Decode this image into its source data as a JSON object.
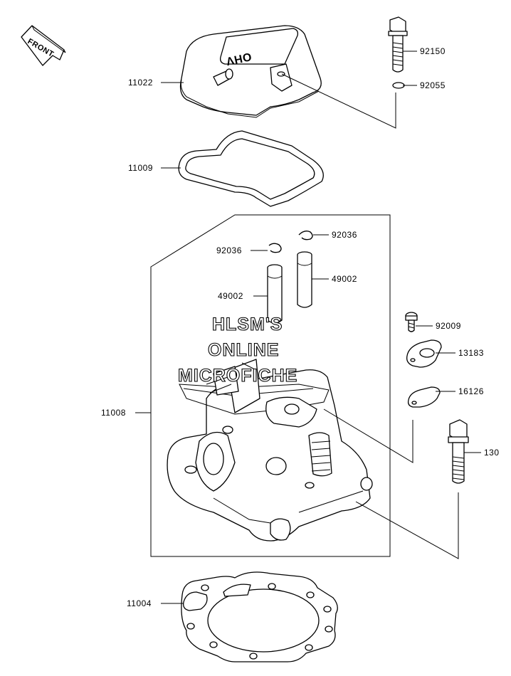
{
  "front_badge": "FRONT",
  "cover_embossing": "OHV",
  "watermark": {
    "line1": "HLSM'S",
    "line2": "ONLINE",
    "line3": "MICROFICHE"
  },
  "callouts": {
    "c11022": "11022",
    "c11009": "11009",
    "c11008": "11008",
    "c11004": "11004",
    "c92150": "92150",
    "c92055": "92055",
    "c92036a": "92036",
    "c92036b": "92036",
    "c49002a": "49002",
    "c49002b": "49002",
    "c92009": "92009",
    "c13183": "13183",
    "c16126": "16126",
    "c130": "130"
  }
}
